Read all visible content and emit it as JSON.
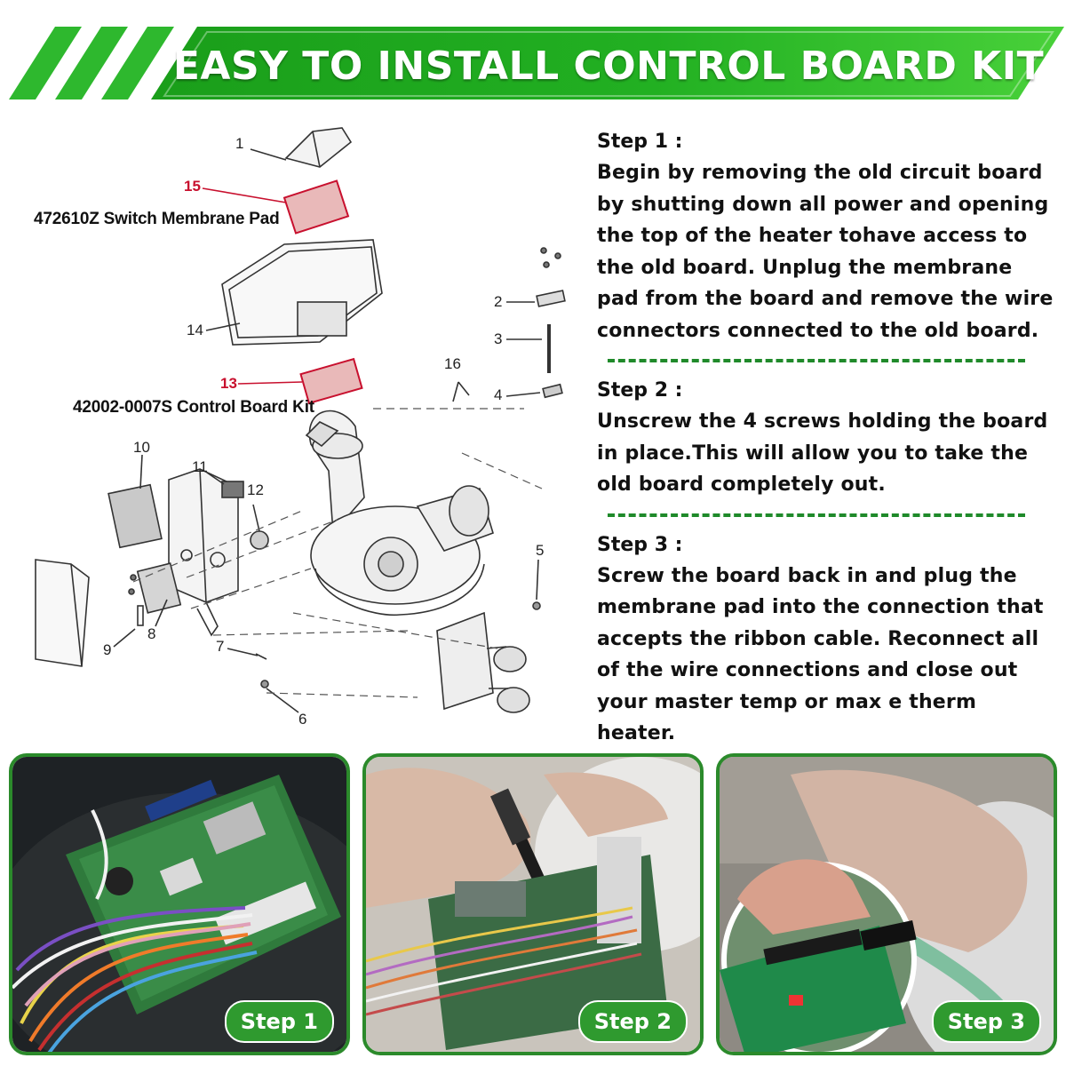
{
  "banner": {
    "title": "EASY TO INSTALL CONTROL BOARD KIT",
    "color_dark": "#1a9e1a",
    "color_light": "#49d13a"
  },
  "diagram": {
    "callouts": {
      "membrane_pad": "472610Z Switch Membrane Pad",
      "control_board": "42002-0007S Control Board Kit"
    },
    "part_numbers": [
      "1",
      "2",
      "3",
      "4",
      "5",
      "6",
      "7",
      "8",
      "9",
      "10",
      "11",
      "12",
      "13",
      "14",
      "15",
      "16"
    ],
    "highlight_color": "#c8102e"
  },
  "steps": [
    {
      "title": "Step 1 :",
      "body": "Begin by removing the old circuit board by shutting down all power and opening the top of the heater tohave access to the old board. Unplug the membrane pad from the board and remove the wire connectors connected to the old board."
    },
    {
      "title": "Step 2 :",
      "body": "Unscrew the 4 screws holding the board in place.This will allow you to take the old board completely out."
    },
    {
      "title": "Step 3 :",
      "body": "Screw the board back in and plug the membrane pad into the connection that accepts the ribbon cable. Reconnect all of the wire connections and close out your master temp or max e therm heater."
    }
  ],
  "photos": [
    {
      "badge": "Step 1"
    },
    {
      "badge": "Step 2"
    },
    {
      "badge": "Step 3"
    }
  ],
  "accent_green": "#2f9a2f"
}
